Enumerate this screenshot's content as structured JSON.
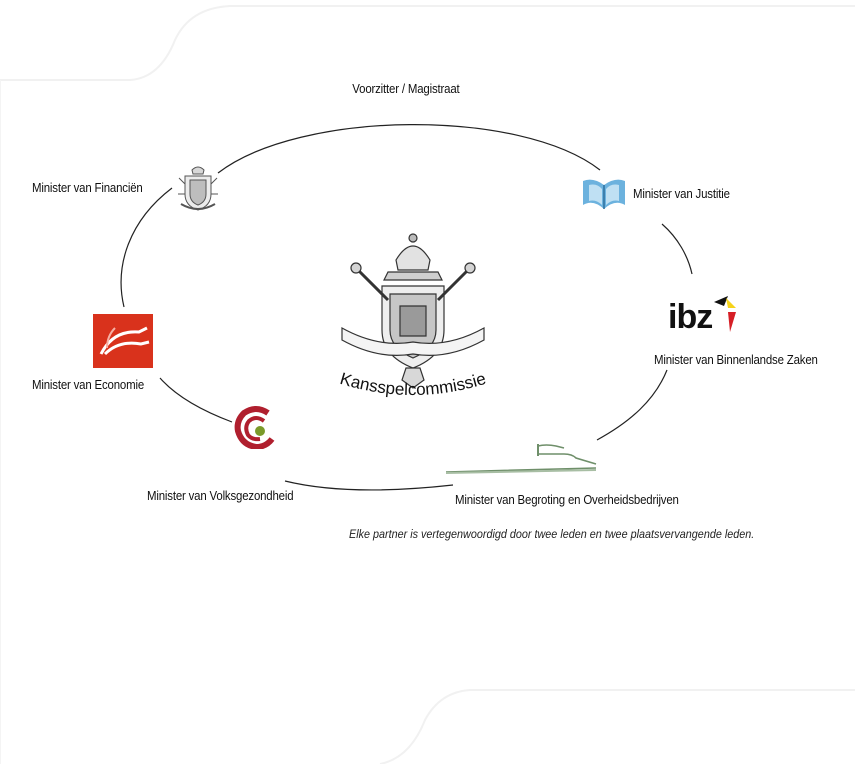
{
  "diagram": {
    "chair": "Voorzitter / Magistraat",
    "center_name": "Kansspelcommissie",
    "members": {
      "finance": "Minister van Financiën",
      "justice": "Minister van Justitie",
      "interior": "Minister van Binnenlandse Zaken",
      "budget": "Minister van Begroting en Overheidsbedrijven",
      "health": "Minister van Volksgezondheid",
      "economy": "Minister van Economie"
    },
    "interior_logo_text": "ibz",
    "footnote": "Elke partner is vertegenwoordigd door twee leden en twee plaatsvervangende leden."
  },
  "colors": {
    "economy_red": "#d9321c",
    "justice_blue": "#5fa8d8",
    "health_red": "#b01f2e",
    "health_green": "#7a9a2a",
    "budget_green": "#6f8f6a",
    "belgium_black": "#111111",
    "belgium_yellow": "#f6d31a",
    "belgium_red": "#d61f26"
  },
  "icons": {
    "finance": "coat-of-arms-icon",
    "justice": "open-book-icon",
    "interior": "ibz-logo",
    "budget": "budget-logo",
    "health": "health-logo",
    "economy": "economy-logo",
    "center": "belgian-coat-of-arms-icon"
  }
}
